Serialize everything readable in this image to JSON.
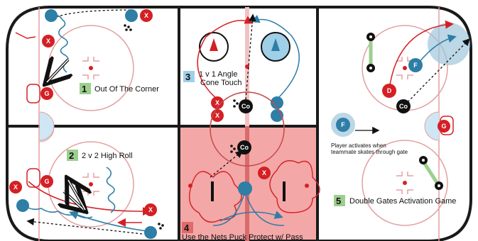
{
  "drills": [
    {
      "number": "1",
      "title": "Out Of The Corner",
      "badge_color": "#9ccf8e"
    },
    {
      "number": "2",
      "title": "2 v 2 High Roll",
      "badge_color": "#9ccf8e"
    },
    {
      "number": "3",
      "title_line1": "1 v 1 Angle",
      "title_line2": "Cone Touch",
      "badge_color": "#9fd0e8"
    },
    {
      "number": "4",
      "title": "Use the Nets Puck Protect w/ Pass",
      "badge_color": "#e06b6b"
    },
    {
      "number": "5",
      "title": "Double Gates Activation Game",
      "badge_color": "#9ccf8e"
    }
  ],
  "tokens": {
    "x": "X",
    "g": "G",
    "co": "Co",
    "f": "F",
    "d": "D"
  },
  "legend_note_line1": "Player activates when",
  "legend_note_line2": "teammate skates through gate",
  "colors": {
    "red": "#d42025",
    "blue": "#2e7ea6",
    "pink_zone": "#f4a7a7",
    "rink_line": "#1a1a1a"
  }
}
